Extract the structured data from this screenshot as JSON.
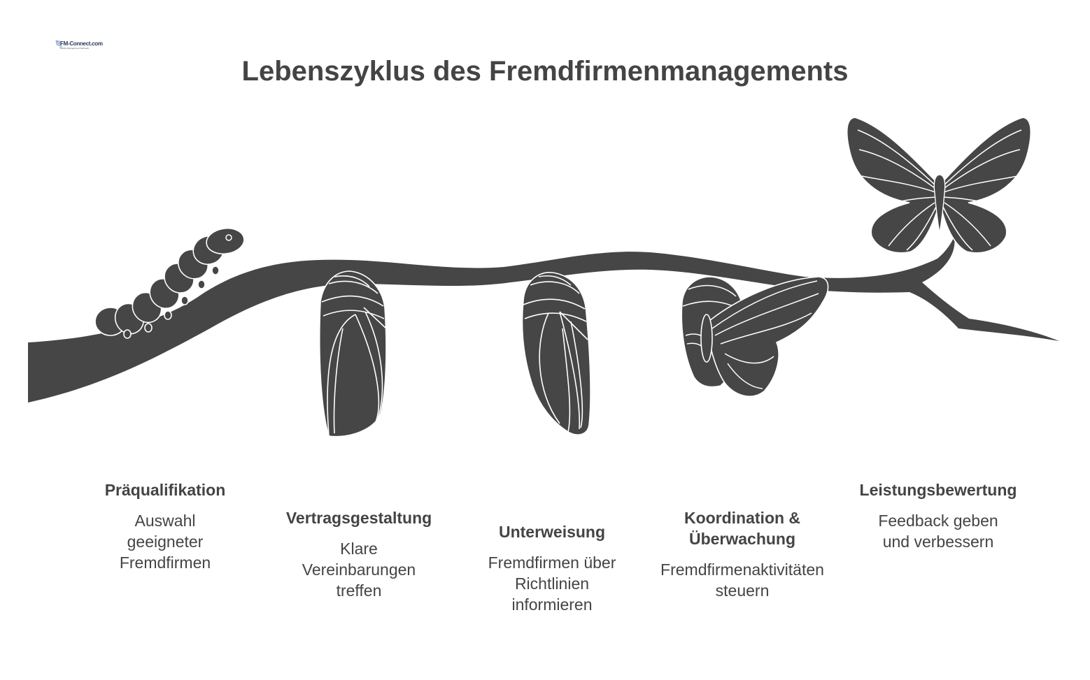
{
  "logo": {
    "text": "FM-Connect.com",
    "sub": "Facility Management Netzwerk"
  },
  "title": "Lebenszyklus des Fremdfirmenmanagements",
  "stages": [
    {
      "title": "Präqualifikation",
      "desc": "Auswahl geeigneter Fremdfirmen",
      "icon": "caterpillar-icon"
    },
    {
      "title": "Vertragsgestaltung",
      "desc": "Klare Vereinbarungen treffen",
      "icon": "cocoon-icon"
    },
    {
      "title": "Unterweisung",
      "desc": "Fremdfirmen über Richtlinien informieren",
      "icon": "chrysalis-icon"
    },
    {
      "title": "Koordination & Überwachung",
      "desc": "Fremdfirmenaktivitäten steuern",
      "icon": "emerging-butterfly-icon"
    },
    {
      "title": "Leistungsbewertung",
      "desc": "Feedback geben und verbessern",
      "icon": "butterfly-icon"
    }
  ],
  "colors": {
    "silhouette": "#464646",
    "text": "#444444",
    "background": "#ffffff"
  }
}
